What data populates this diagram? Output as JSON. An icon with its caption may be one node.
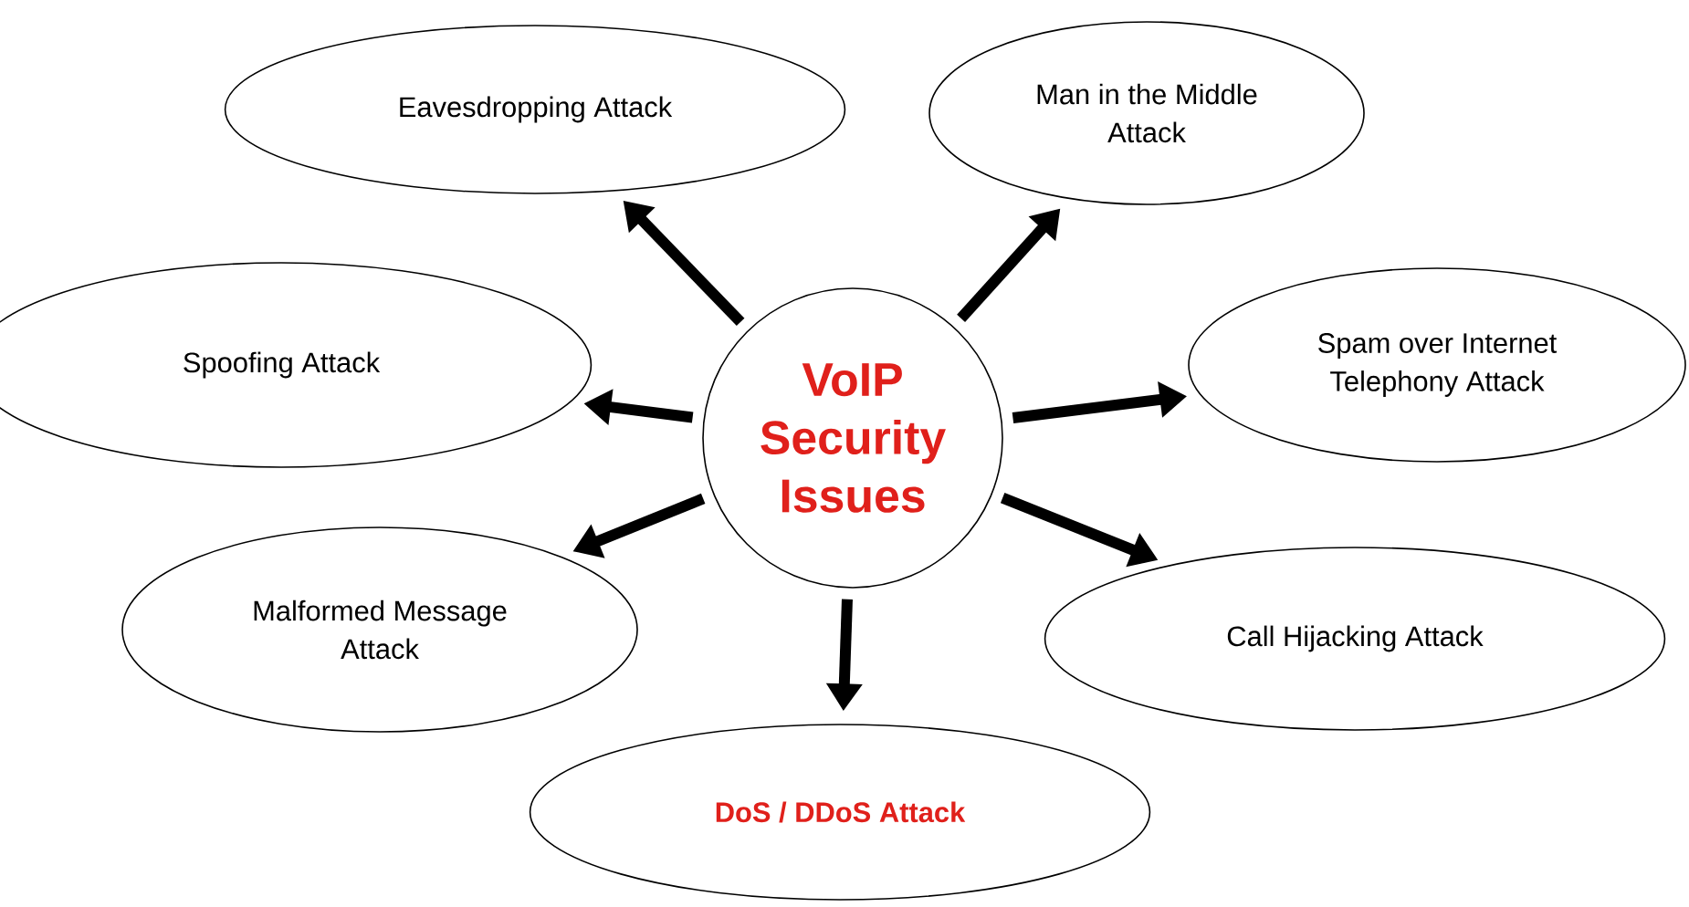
{
  "diagram": {
    "nodes": [
      {
        "text": [
          "VoIP Security Issues"
        ]
      },
      {
        "text": [
          "Eavesdropping Attack"
        ]
      },
      {
        "text": [
          "Man in the Middle Attack"
        ]
      },
      {
        "text": [
          "Spoofing Attack"
        ]
      },
      {
        "text": [
          "Spam over Internet Telephony Attack"
        ]
      },
      {
        "text": [
          "Malformed Message Attack"
        ]
      },
      {
        "text": [
          "Call Hijacking Attack"
        ]
      },
      {
        "text": [
          "DoS / DDoS Attack"
        ]
      }
    ],
    "edges": [
      {
        "from": 0,
        "to": 1,
        "arrow": "to"
      },
      {
        "from": 0,
        "to": 2,
        "arrow": "to"
      },
      {
        "from": 0,
        "to": 3,
        "arrow": "to"
      },
      {
        "from": 0,
        "to": 4,
        "arrow": "to"
      },
      {
        "from": 0,
        "to": 5,
        "arrow": "to"
      },
      {
        "from": 0,
        "to": 6,
        "arrow": "to"
      },
      {
        "from": 0,
        "to": 7,
        "arrow": "to"
      }
    ]
  }
}
